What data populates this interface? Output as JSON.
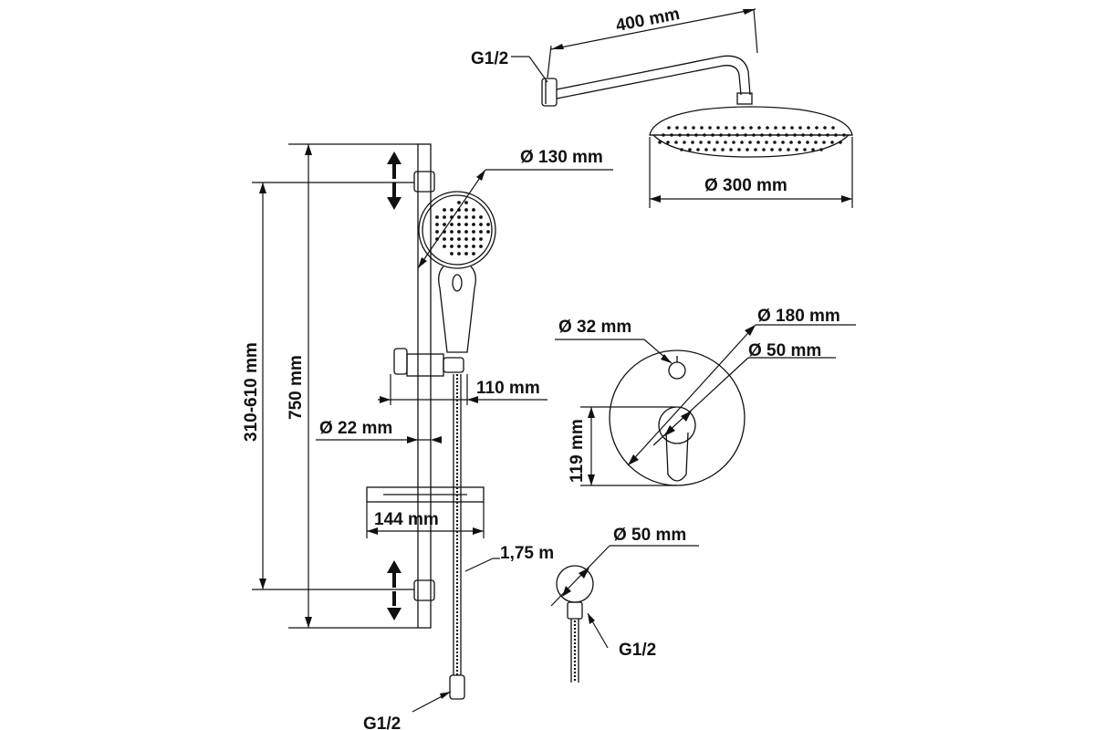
{
  "labels": {
    "arm_length": "400 mm",
    "wall_thread_top": "G1/2",
    "head_diameter": "Ø 300 mm",
    "hand_diameter": "Ø 130 mm",
    "handle_diameter": "Ø 32 mm",
    "plate_diameter": "Ø 180 mm",
    "cartridge_diameter": "Ø 50 mm",
    "plate_height": "119 mm",
    "hand_offset": "110 mm",
    "rail_diameter": "Ø 22 mm",
    "rail_length": "750 mm",
    "adjust_range": "310-610 mm",
    "shelf_width": "144 mm",
    "hose_length": "1,75 m",
    "bottom_thread": "G1/2",
    "elbow_diameter": "Ø 50 mm",
    "elbow_thread": "G1/2"
  }
}
